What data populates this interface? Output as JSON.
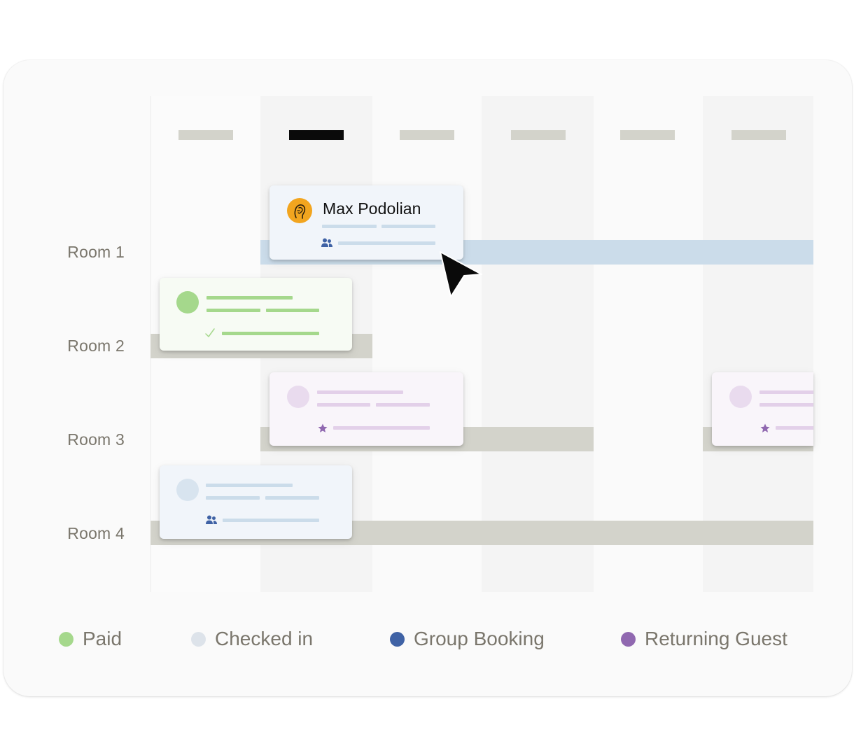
{
  "guest": {
    "name": "Max Podolian"
  },
  "rooms": [
    {
      "label": "Room 1"
    },
    {
      "label": "Room 2"
    },
    {
      "label": "Room 3"
    },
    {
      "label": "Room 4"
    }
  ],
  "legend": [
    {
      "label": "Paid",
      "color": "#a5d88c"
    },
    {
      "label": "Checked in",
      "color": "#dde3ea"
    },
    {
      "label": "Group Booking",
      "color": "#3f62a5"
    },
    {
      "label": "Returning Guest",
      "color": "#9068b0"
    }
  ],
  "icons": {
    "avatar": "avatar-icon",
    "group": "group-booking-icon",
    "check": "checkmark-icon",
    "star": "star-icon",
    "cursor": "mouse-cursor-icon"
  },
  "colors": {
    "blue_bar": "#cbdcea",
    "gray_bar": "#d3d3cb",
    "paid": "#a5d88c",
    "returning": "#e3d0e9",
    "avatar": "#f2a51f"
  }
}
